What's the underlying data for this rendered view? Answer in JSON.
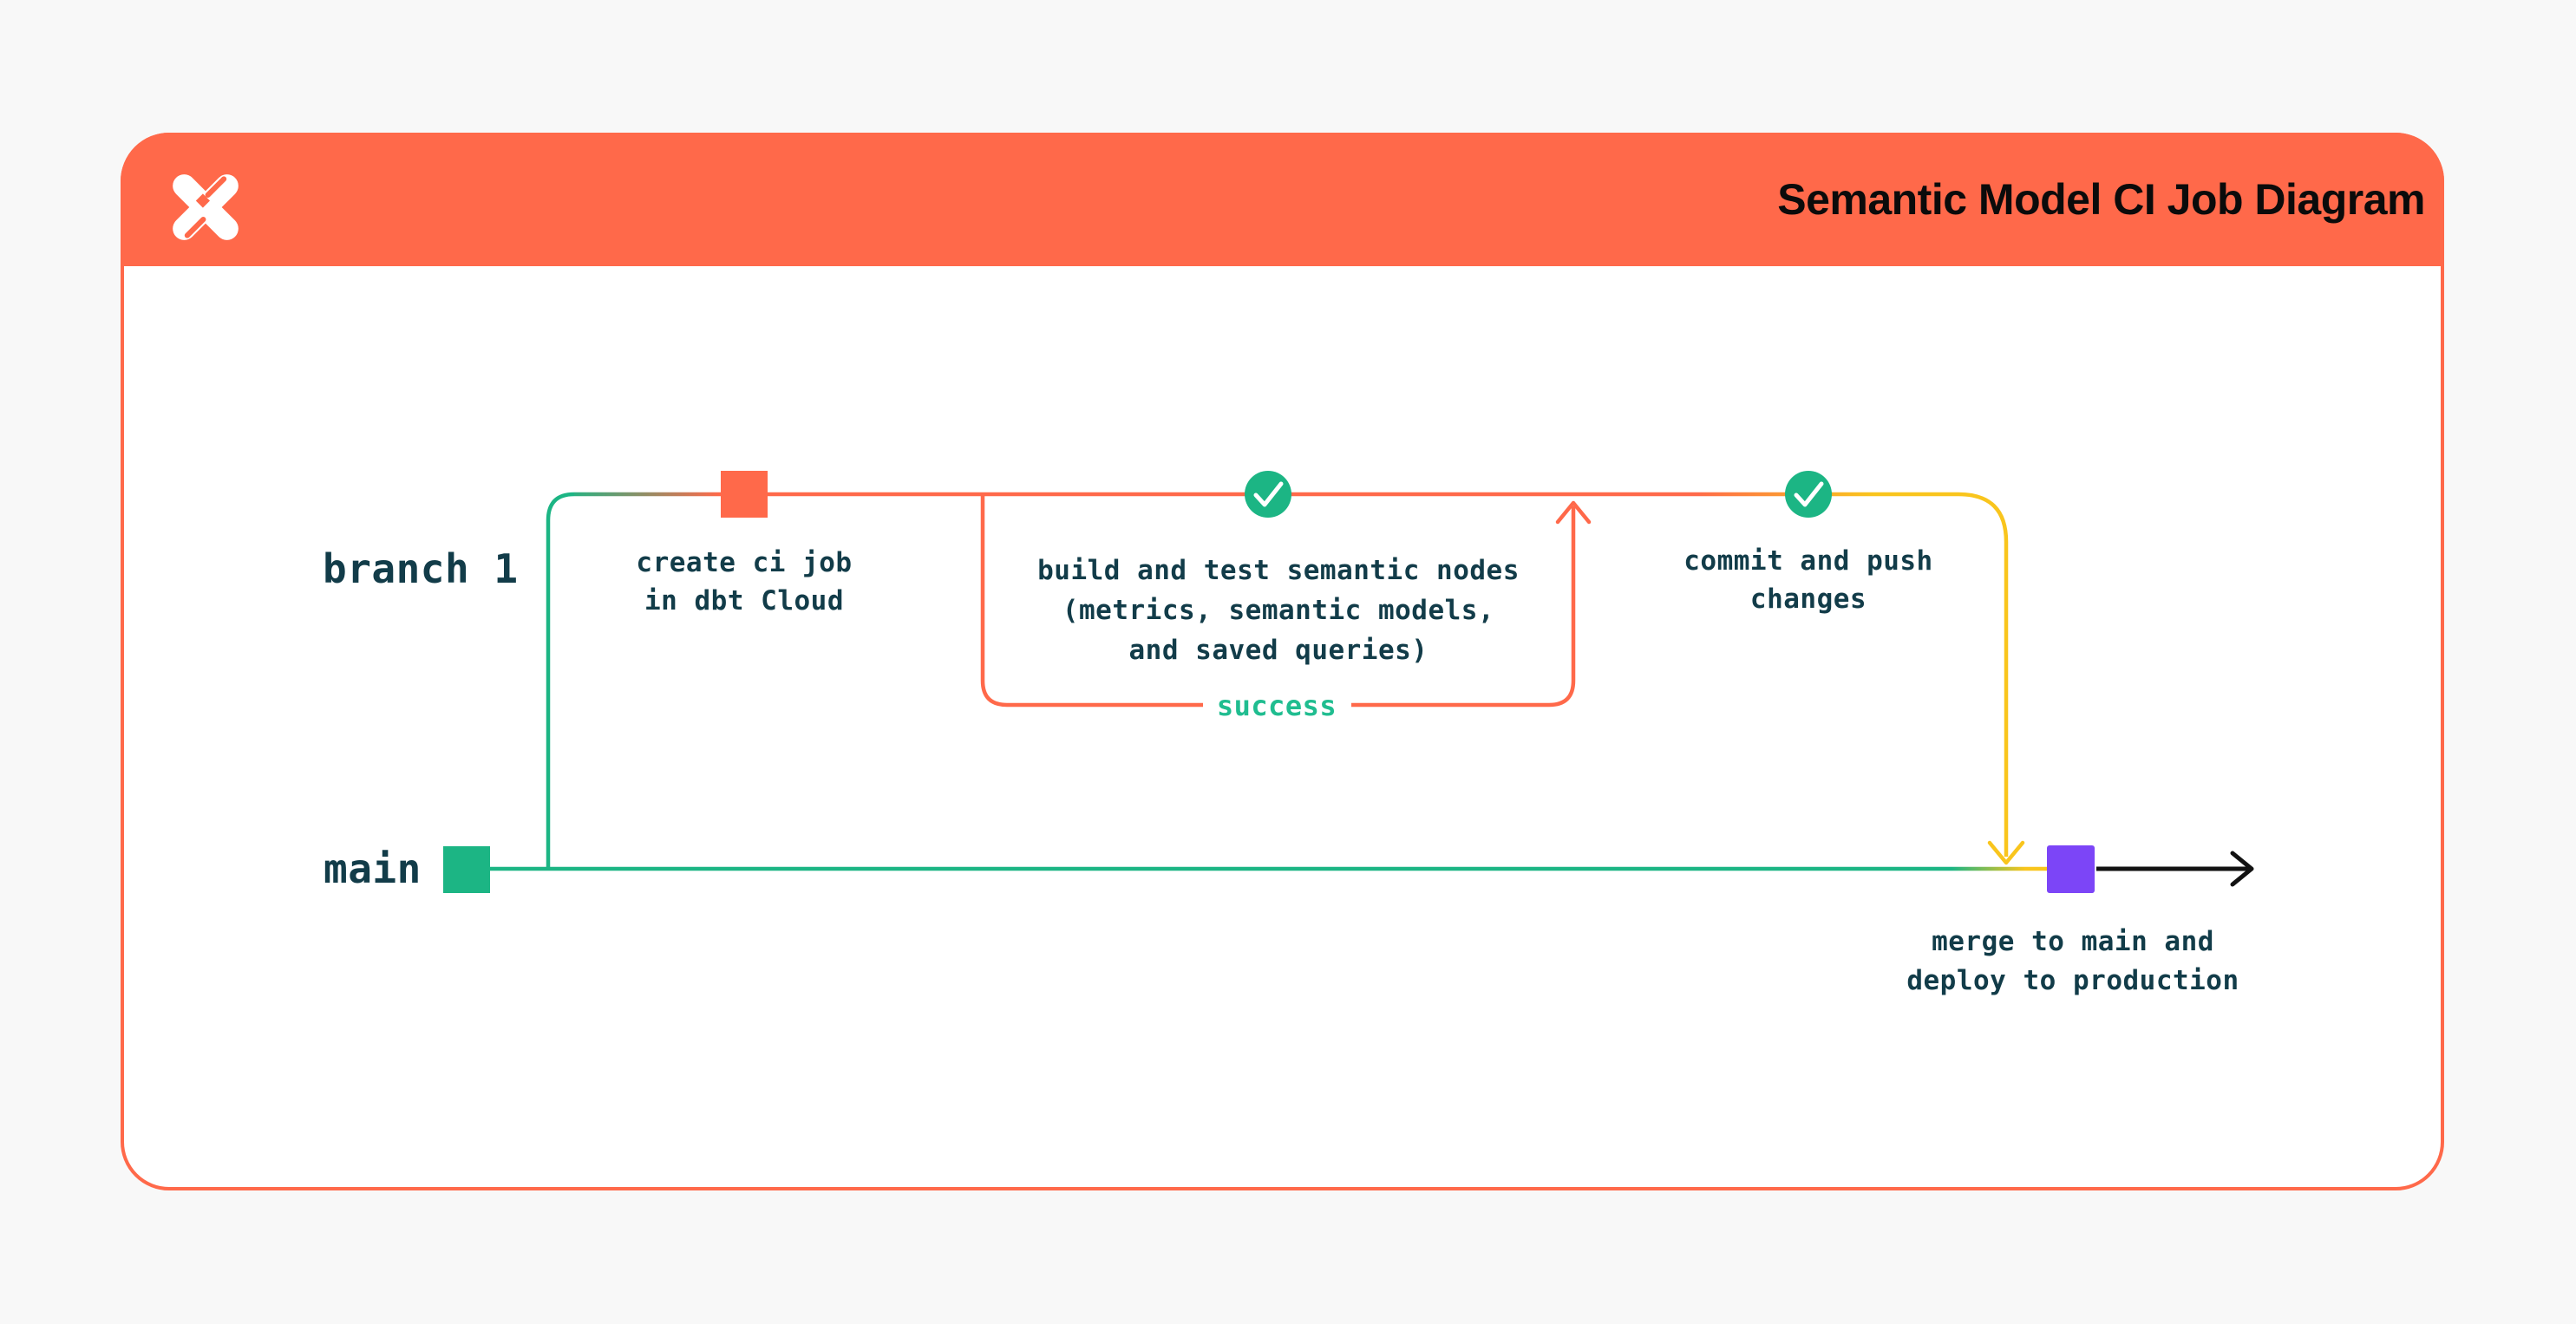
{
  "header": {
    "title": "Semantic Model CI Job Diagram",
    "logo": "dbt-logo"
  },
  "branches": {
    "branch1_label": "branch 1",
    "main_label": "main"
  },
  "steps": {
    "create_ci": {
      "line1": "create ci job",
      "line2": "in dbt Cloud",
      "marker": "orange-commit-square"
    },
    "build_test": {
      "line1": "build and test semantic nodes",
      "line2": "(metrics, semantic models,",
      "line3": "and saved queries)",
      "marker": "check-circle"
    },
    "success_label": "success",
    "commit_push": {
      "line1": "commit and push",
      "line2": "changes",
      "marker": "check-circle"
    },
    "merge_deploy": {
      "line1": "merge to main and",
      "line2": "deploy to production",
      "marker": "purple-commit-square"
    }
  },
  "colors": {
    "orange": "#ff694a",
    "green": "#1cb584",
    "success_green": "#20bd90",
    "yellow": "#f9c51d",
    "purple": "#7c45f7",
    "text_dark": "#123c49",
    "title_text": "#0b0b0b",
    "black": "#121212",
    "white": "#ffffff",
    "card_bg": "#ffffff",
    "page_bg": "#f8f8f8"
  }
}
